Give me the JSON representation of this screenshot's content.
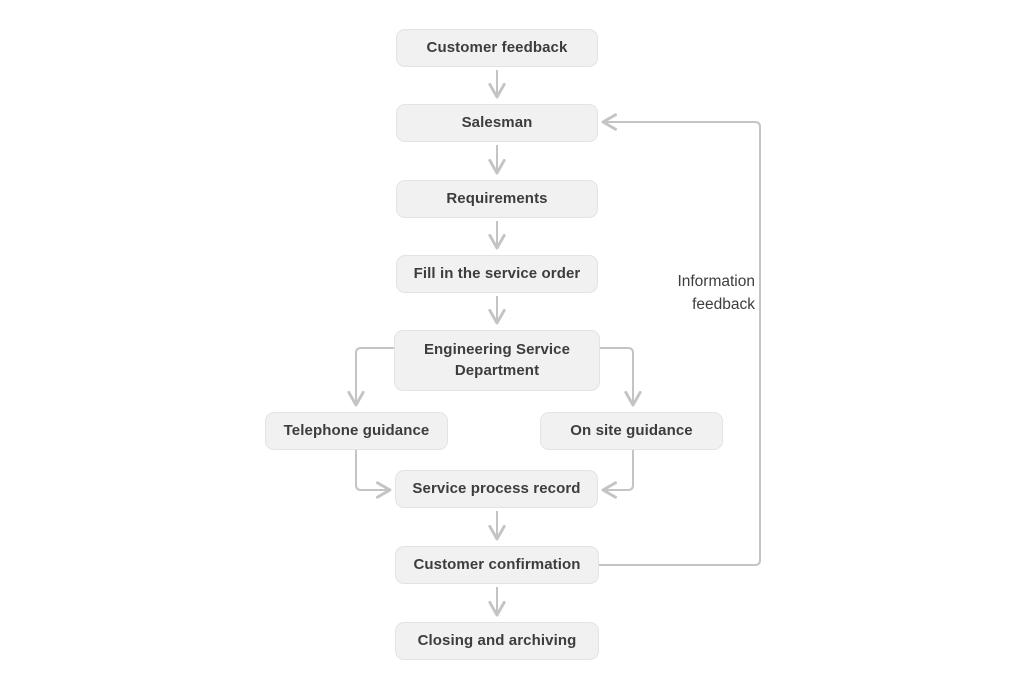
{
  "diagram": {
    "type": "flowchart",
    "nodes": {
      "customer_feedback": "Customer feedback",
      "salesman": "Salesman",
      "requirements": "Requirements",
      "fill_service_order": "Fill in the service order",
      "engineering_service_department": "Engineering Service Department",
      "telephone_guidance": "Telephone guidance",
      "on_site_guidance": "On site guidance",
      "service_process_record": "Service process record",
      "customer_confirmation": "Customer confirmation",
      "closing_and_archiving": "Closing and archiving"
    },
    "labels": {
      "information_feedback": "Information feedback"
    },
    "edges": [
      {
        "from": "customer_feedback",
        "to": "salesman"
      },
      {
        "from": "salesman",
        "to": "requirements"
      },
      {
        "from": "requirements",
        "to": "fill_service_order"
      },
      {
        "from": "fill_service_order",
        "to": "engineering_service_department"
      },
      {
        "from": "engineering_service_department",
        "to": "telephone_guidance"
      },
      {
        "from": "engineering_service_department",
        "to": "on_site_guidance"
      },
      {
        "from": "telephone_guidance",
        "to": "service_process_record"
      },
      {
        "from": "on_site_guidance",
        "to": "service_process_record"
      },
      {
        "from": "service_process_record",
        "to": "customer_confirmation"
      },
      {
        "from": "customer_confirmation",
        "to": "closing_and_archiving"
      },
      {
        "from": "customer_confirmation",
        "to": "salesman",
        "label": "Information feedback"
      }
    ],
    "colors": {
      "background": "#ffffff",
      "box_fill": "#f1f1f1",
      "box_border": "#e3e3e3",
      "box_text": "#3d3d3d",
      "connector": "#c4c4c4"
    }
  }
}
